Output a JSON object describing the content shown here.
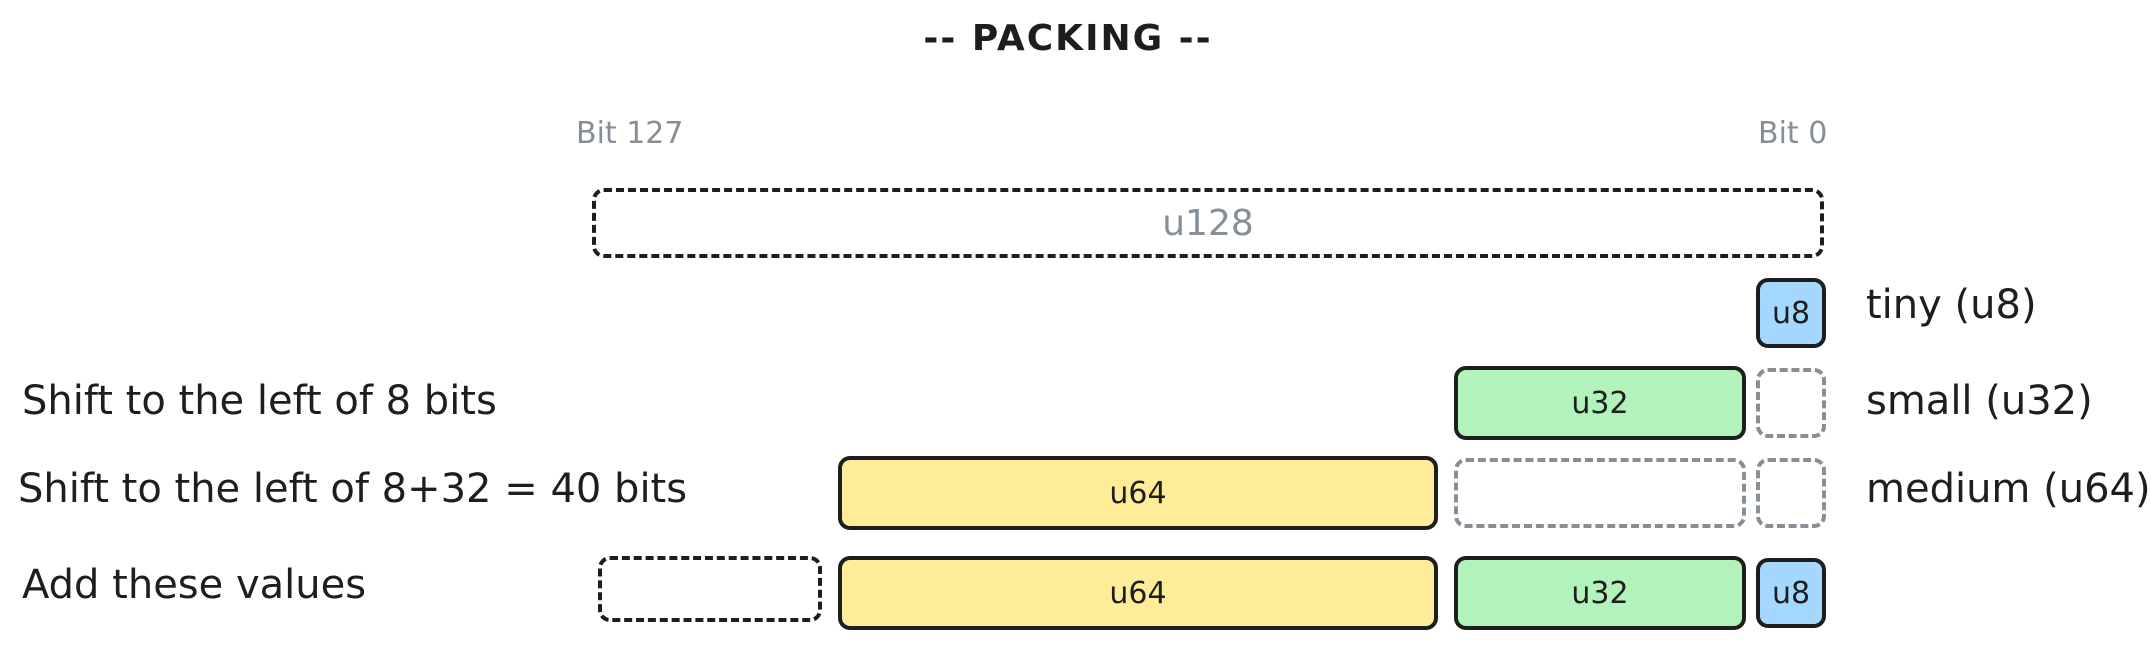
{
  "title": "-- PACKING --",
  "bit_high": "Bit 127",
  "bit_low": "Bit 0",
  "u128_label": "u128",
  "rows": {
    "tiny": {
      "box": "u8",
      "side_label": "tiny (u8)"
    },
    "small": {
      "left_label": "Shift to the left of 8 bits",
      "box": "u32",
      "side_label": "small (u32)"
    },
    "medium": {
      "left_label": "Shift to the left of 8+32 = 40 bits",
      "box": "u64",
      "side_label": "medium (u64)"
    },
    "sum": {
      "left_label": "Add these values",
      "box_u64": "u64",
      "box_u32": "u32",
      "box_u8": "u8"
    }
  },
  "colors": {
    "u64": "#ffec99",
    "u32": "#b2f2bb",
    "u8": "#a5d8ff",
    "stroke": "#1e1e1e",
    "muted": "#868e96"
  }
}
